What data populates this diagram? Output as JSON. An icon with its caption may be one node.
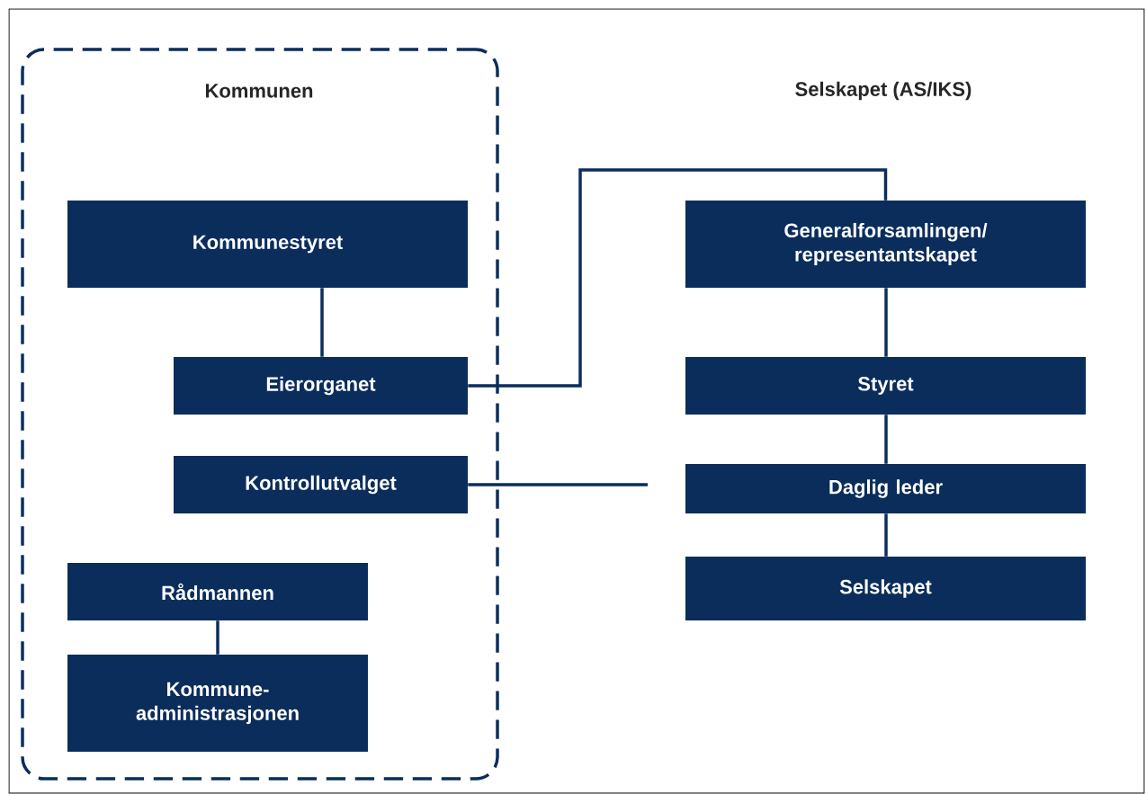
{
  "diagram": {
    "nodes": [
      {
        "text": [
          "Kommunen"
        ]
      },
      {
        "text": [
          "Kommunestyret"
        ],
        "in": 0
      },
      {
        "text": [
          "Eierorganet"
        ],
        "in": 0
      },
      {
        "text": [
          "Kontrollutvalget"
        ],
        "in": 0
      },
      {
        "text": [
          "Rådmannen"
        ],
        "in": 0
      },
      {
        "text": [
          "Kommune- administrasjonen"
        ],
        "in": 0
      },
      {
        "text": [
          "Generalforsamlingen/ representantskapet"
        ]
      },
      {
        "text": [
          "Styret"
        ]
      },
      {
        "text": [
          "Daglig leder"
        ]
      },
      {
        "text": [
          "Selskapet"
        ]
      }
    ],
    "edges": [
      {
        "from": 1,
        "to": 2,
        "arrow": "none"
      },
      {
        "from": 2,
        "to": 6,
        "arrow": "none"
      },
      {
        "from": 3,
        "to": null,
        "arrow": "none"
      },
      {
        "from": 4,
        "to": 5,
        "arrow": "none"
      },
      {
        "from": 6,
        "to": 7,
        "arrow": "none"
      },
      {
        "from": 7,
        "to": 8,
        "arrow": "none"
      },
      {
        "from": 8,
        "to": 9,
        "arrow": "none"
      }
    ],
    "labels": [
      "Selskapet (AS/IKS)"
    ]
  }
}
